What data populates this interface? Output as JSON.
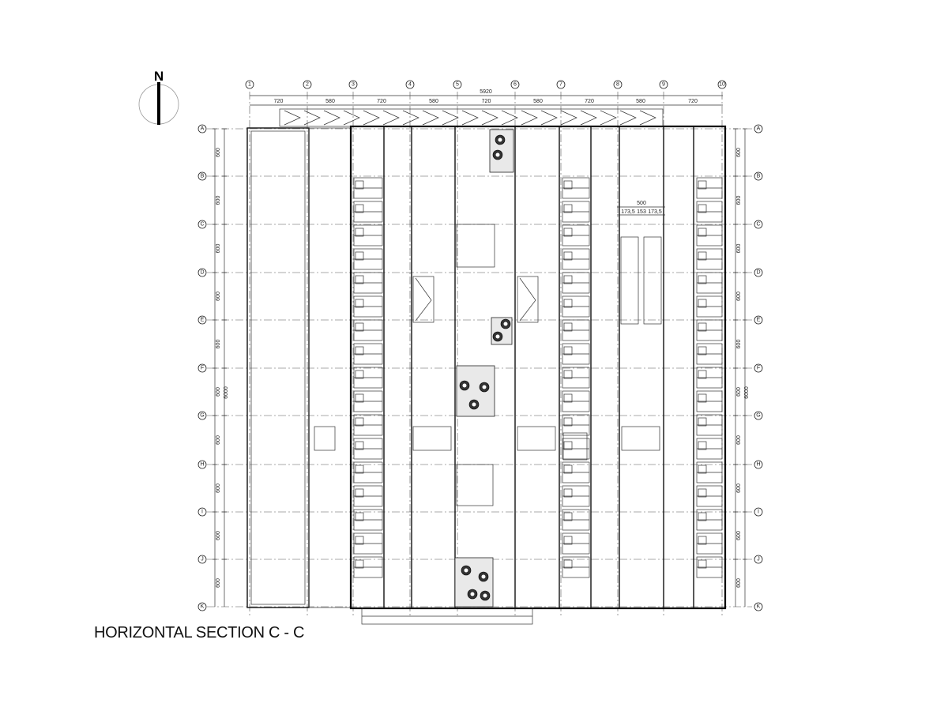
{
  "drawing": {
    "title": "HORIZONTAL SECTION  C - C",
    "north_label": "N",
    "column_axes": [
      "1",
      "2",
      "3",
      "4",
      "5",
      "6",
      "7",
      "8",
      "9",
      "10"
    ],
    "row_axes": [
      "A",
      "B",
      "C",
      "D",
      "E",
      "F",
      "G",
      "H",
      "I",
      "J",
      "K"
    ],
    "top_overall_dimension": "5920",
    "top_bay_dimensions": [
      "720",
      "580",
      "720",
      "580",
      "720",
      "580",
      "720",
      "580",
      "720"
    ],
    "side_bay_dimension": "600",
    "side_overall_dimension": "6000",
    "detail_dimensions": [
      "500",
      "173,5",
      "153",
      "173,5"
    ],
    "colors": {
      "line": "#111111",
      "fill": "#e9e9e9",
      "background": "#ffffff"
    }
  }
}
